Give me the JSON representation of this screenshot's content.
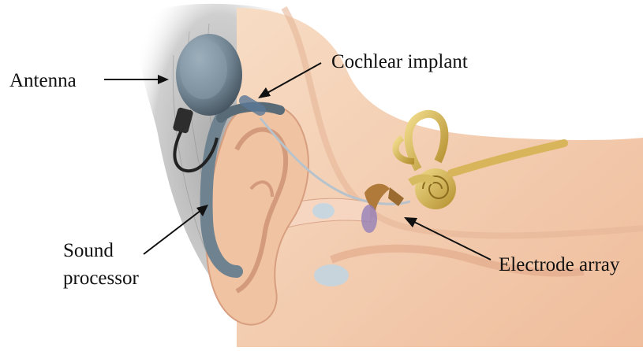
{
  "labels": {
    "antenna": "Antenna",
    "cochlear_implant": "Cochlear implant",
    "sound_processor_line1": "Sound",
    "sound_processor_line2": "processor",
    "electrode_array": "Electrode array"
  },
  "colors": {
    "skin": "#f2c9a8",
    "skin_shadow": "#dca283",
    "hair": "#b9b9b9",
    "device": "#6f8290",
    "device_dark": "#4a5a66",
    "cochlea": "#c9a84a",
    "nerve": "#d8b55a",
    "ossicles": "#b07a3a",
    "arrow": "#111111"
  }
}
